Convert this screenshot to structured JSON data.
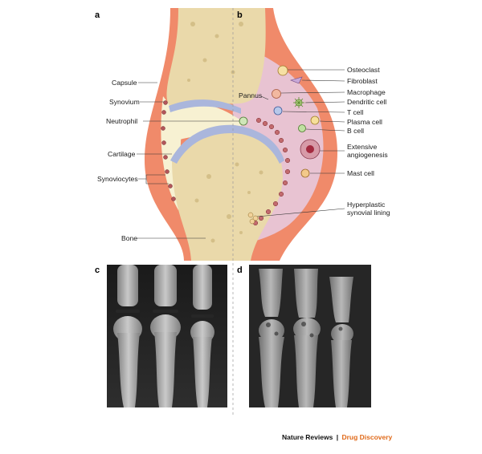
{
  "panels": {
    "a": "a",
    "b": "b",
    "c": "c",
    "d": "d"
  },
  "labels_left": {
    "capsule": "Capsule",
    "synovium": "Synovium",
    "neutrophil": "Neutrophil",
    "cartilage": "Cartilage",
    "synoviocytes": "Synoviocytes",
    "bone": "Bone"
  },
  "labels_right": {
    "pannus": "Pannus",
    "osteoclast": "Osteoclast",
    "fibroblast": "Fibroblast",
    "macrophage": "Macrophage",
    "dendritic": "Dendritic cell",
    "tcell": "T cell",
    "plasma": "Plasma cell",
    "bcell": "B cell",
    "angio1": "Extensive",
    "angio2": "angiogenesis",
    "mast": "Mast cell",
    "hyper1": "Hyperplastic",
    "hyper2": "synovial lining"
  },
  "footer": {
    "journal": "Nature Reviews",
    "separator": "|",
    "section": "Drug Discovery"
  },
  "colors": {
    "capsule": "#f08a6a",
    "bone": "#ead9aa",
    "synovial_fluid": "#f7f1d2",
    "cartilage": "#aab6dc",
    "inflamed_synovium": "#e8c3d2",
    "brand_orange": "#e06a1a"
  }
}
